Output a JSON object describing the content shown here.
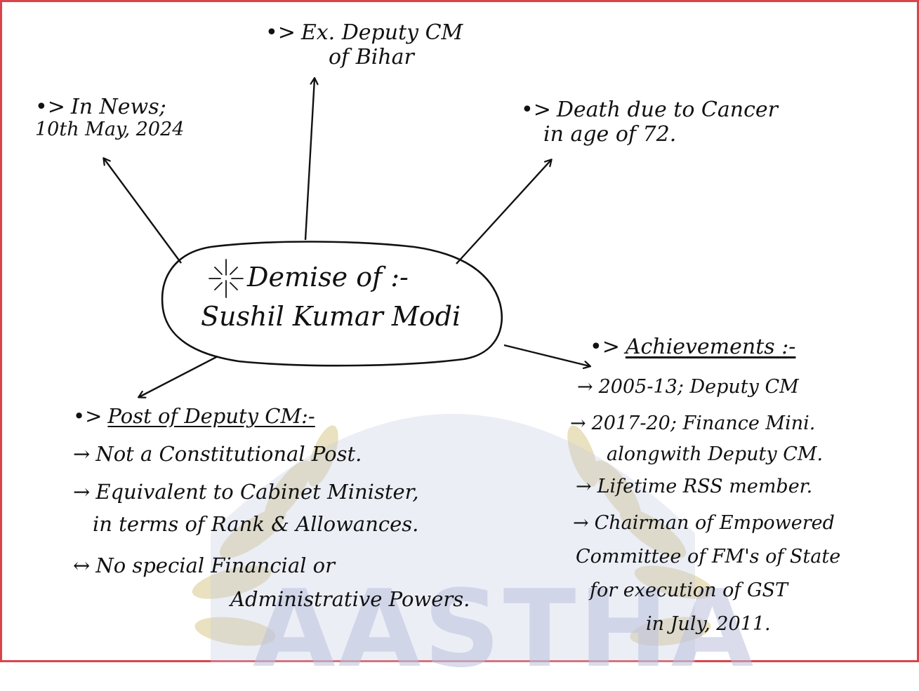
{
  "colors": {
    "frame": "#d9444a",
    "ink": "#111111",
    "watermark": "#bcc0dc",
    "watermark_leaves": "#d8c98a"
  },
  "center": {
    "line1": "Demise of :-",
    "line2": "Sushil Kumar Modi",
    "decoration_icon": "star-burst-icon"
  },
  "branches": {
    "news": {
      "bullet": "•>",
      "line1": "In News;",
      "line2": "10th May, 2024"
    },
    "deputy": {
      "bullet": "•>",
      "line1": "Ex. Deputy CM",
      "line2": "of Bihar"
    },
    "death": {
      "bullet": "•>",
      "line1": "Death due to Cancer",
      "line2": "in age of 72."
    }
  },
  "post": {
    "heading_bullet": "•>",
    "heading": "Post of Deputy CM:-",
    "items": [
      {
        "arrow": "→",
        "lines": [
          "Not a Constitutional Post."
        ]
      },
      {
        "arrow": "→",
        "lines": [
          "Equivalent to Cabinet Minister,",
          "in terms of Rank & Allowances."
        ]
      },
      {
        "arrow": "↔",
        "lines": [
          "No special Financial or",
          "Administrative Powers."
        ]
      }
    ]
  },
  "achievements": {
    "heading_bullet": "•>",
    "heading": "Achievements :-",
    "items": [
      {
        "arrow": "→",
        "lines": [
          "2005-13; Deputy CM"
        ]
      },
      {
        "arrow": "→",
        "lines": [
          "2017-20; Finance Mini.",
          "alongwith Deputy CM."
        ]
      },
      {
        "arrow": "→",
        "lines": [
          "Lifetime RSS member."
        ]
      },
      {
        "arrow": "→",
        "lines": [
          "Chairman of Empowered",
          "Committee of FM's of State",
          "for execution of GST",
          "in July, 2011."
        ]
      }
    ]
  },
  "watermark": {
    "text": "AASTHA",
    "icon": "laurel-wreath-icon"
  }
}
